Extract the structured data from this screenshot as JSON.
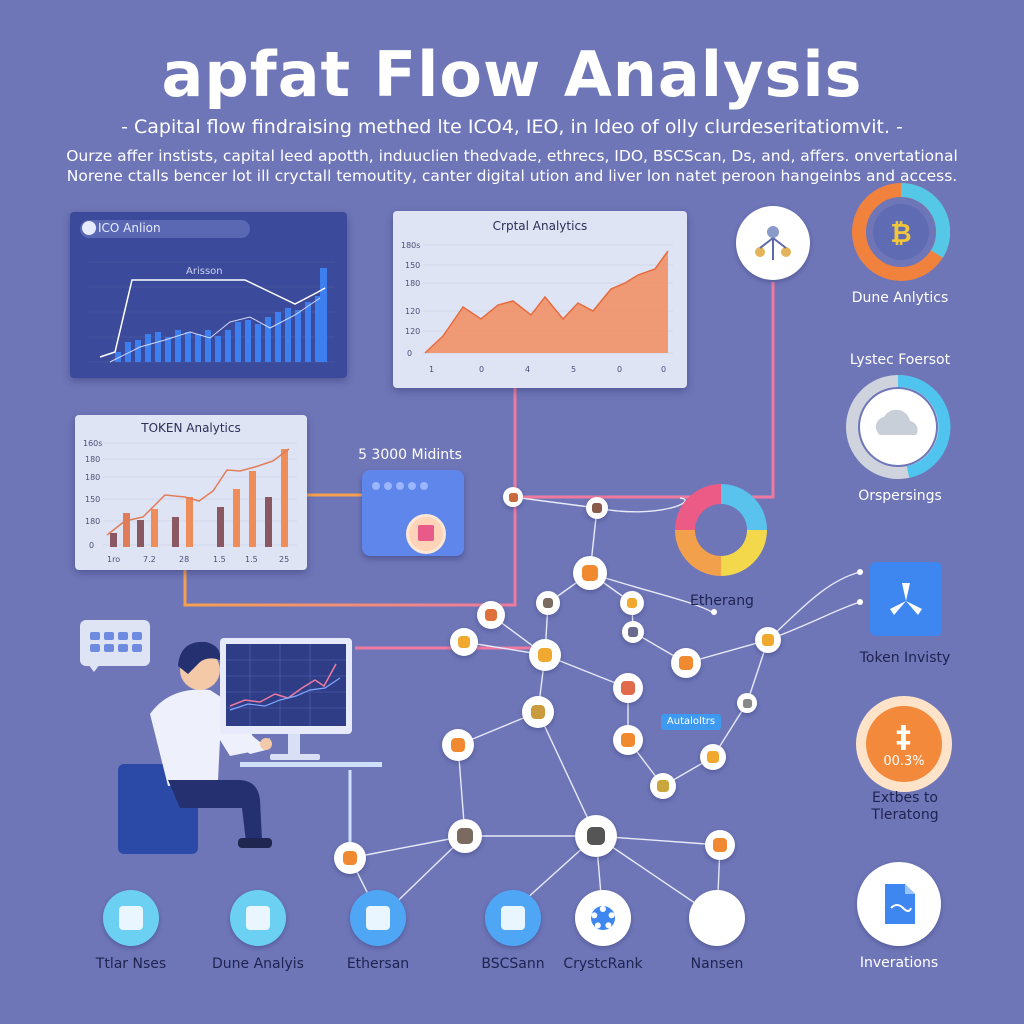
{
  "header": {
    "title": "apfat Flow Analysis",
    "subtitle": "- Capital flow findraising methed lte ICO4, IEO, in ldeo of olly clurdeseritatiomvit. -",
    "description_line1": "Ourze affer instists, capital leed apotth, induuclien thedvade, ethrecs, IDO, BSCScan, Ds, and, affers. onvertational",
    "description_line2": "Norene ctalls bencer lot ill cryctall temoutity, canter digital ution and liver lon natet peroon hangeinbs and access."
  },
  "panels": {
    "ico": {
      "tab_label": "ICO Anlion",
      "chart_label": "Arisson"
    },
    "capital": {
      "title": "Crptal Analytics",
      "y_ticks": [
        "180s",
        "150",
        "180",
        "120",
        "120",
        "0"
      ],
      "x_ticks": [
        "1",
        "0",
        "4",
        "5",
        "0",
        "0"
      ]
    },
    "token": {
      "title": "TOKEN Analytics",
      "y_ticks": [
        "160s",
        "180",
        "180",
        "150",
        "180",
        "0"
      ],
      "x_ticks": [
        "1ro",
        "7.2",
        "28",
        "1.5",
        "1.5",
        "25"
      ]
    },
    "middle_widget": {
      "caption": "5 3000 Midints"
    }
  },
  "right_column": {
    "dune": {
      "label": "Dune Anlytics"
    },
    "lystec": {
      "title": "Lystec Foersot",
      "label": "Orspersings"
    },
    "token_invisty": {
      "label": "Token Invisty"
    },
    "extbes": {
      "value": "00.3%",
      "label_line1": "Extbes to",
      "label_line2": "Tleratong"
    },
    "inverations": {
      "label": "Inverations"
    }
  },
  "network": {
    "ethereng_label": "Etherang",
    "tag_label": "Autaloltrs"
  },
  "bottom_row": [
    {
      "label": "Ttlar Nses",
      "icon": "ether-crystal-icon"
    },
    {
      "label": "Dune Analyis",
      "icon": "paper-plane-icon"
    },
    {
      "label": "Ethersan",
      "icon": "document-icon"
    },
    {
      "label": "BSCSann",
      "icon": "user-search-icon"
    },
    {
      "label": "CrystcRank",
      "icon": "gear-icon"
    },
    {
      "label": "Nansen",
      "icon": "blank-circle-icon"
    }
  ],
  "chat_bubble": {
    "icon": "chat-bubble-icon"
  },
  "colors": {
    "background": "#6e76b8",
    "panel_light": "#dfe4f4",
    "panel_dark": "#3b4a9a",
    "accent_orange": "#f28a4f",
    "accent_pink": "#ee7aa0",
    "accent_blue": "#3e86f0",
    "accent_cyan": "#5ac8e8",
    "accent_yellow": "#f2d34a"
  }
}
